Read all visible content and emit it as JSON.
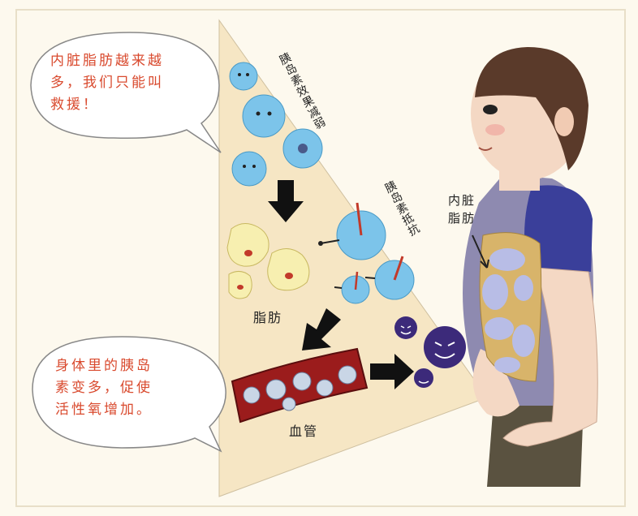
{
  "bubbles": {
    "top": "内脏脂肪越来越\n多，我们只能叫\n救援！",
    "bottom": "身体里的胰岛\n素变多，促使\n活性氧增加。"
  },
  "labels": {
    "visceral_fat": "内脏\n脂肪",
    "fat": "脂肪",
    "blood_vessel": "血管",
    "insulin_effect": "胰岛素效果减弱",
    "insulin_resistance": "胰岛素抵抗"
  },
  "colors": {
    "background": "#fdf9ee",
    "triangle": "#f6e6c4",
    "text_red": "#d94a2e",
    "blue_cell": "#7cc4ea",
    "fat_cell": "#f7efb0",
    "blood_vessel": "#9b1c1c",
    "ros": "#3c2a7a",
    "shirt": "#8e8ab0",
    "sleeve": "#3a3f9a",
    "hair": "#5a3a2a",
    "skin": "#f4d8c4",
    "pants": "#5a5240"
  },
  "icons": [
    "down-arrow-icon",
    "right-arrow-icon",
    "blue-cell-icon",
    "fat-cell-icon",
    "ros-icon"
  ]
}
